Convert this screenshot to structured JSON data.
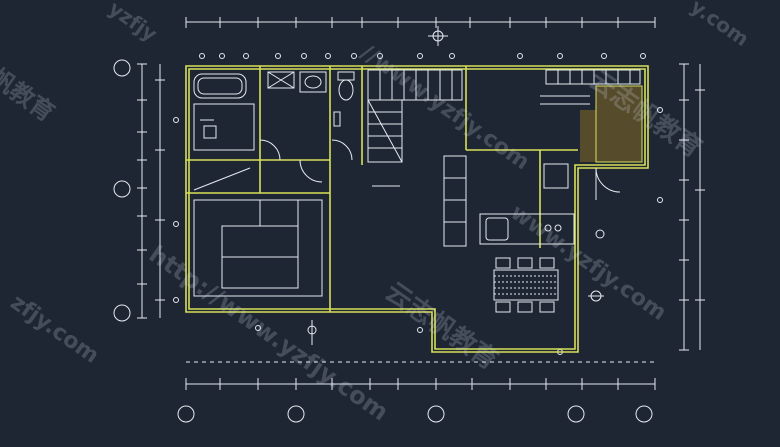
{
  "watermark": {
    "url_text": "http://www.yzfjy.com",
    "url_fragment_top": "yzfjy",
    "url_fragment_right": "y.com",
    "url_fragment_left": "zfjy.com",
    "url_fragment_center": "www.yzfjy.com",
    "url_fragment_mid": "//www.yzfjy.com",
    "brand_text": "云志帆教育",
    "brand_short": "云志帆",
    "brand_edu": "帆教育"
  },
  "colors": {
    "background": "#1e2633",
    "wall_outline": "#d8e05a",
    "linework": "#e6eaf0",
    "hatch": "#6a5a2a"
  }
}
